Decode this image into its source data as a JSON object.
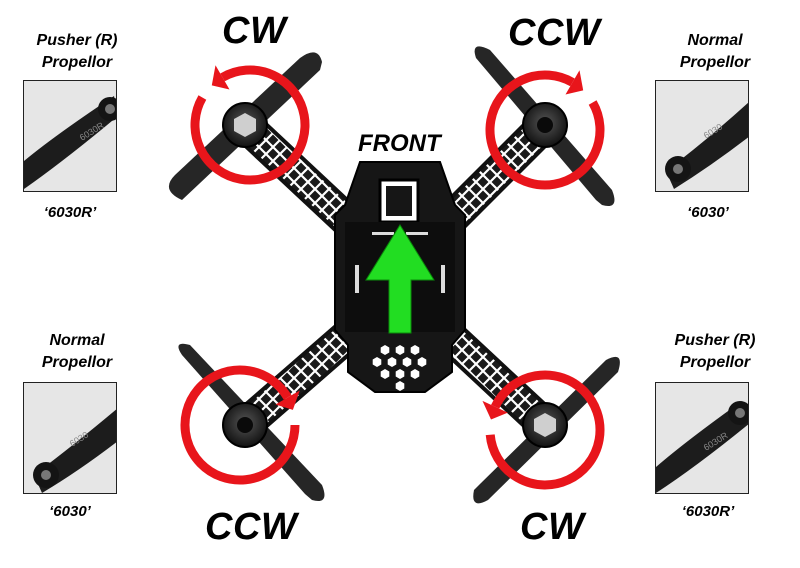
{
  "diagram": {
    "front_label": "FRONT",
    "rotors": {
      "front_left": {
        "direction": "CW",
        "prop_title_line1": "Pusher (R)",
        "prop_title_line2": "Propellor",
        "prop_code": "‘6030R’",
        "engraving": "6030R"
      },
      "front_right": {
        "direction": "CCW",
        "prop_title_line1": "Normal",
        "prop_title_line2": "Propellor",
        "prop_code": "‘6030’",
        "engraving": "6030"
      },
      "rear_left": {
        "direction": "CCW",
        "prop_title_line1": "Normal",
        "prop_title_line2": "Propellor",
        "prop_code": "‘6030’",
        "engraving": "6030"
      },
      "rear_right": {
        "direction": "CW",
        "prop_title_line1": "Pusher (R)",
        "prop_title_line2": "Propellor",
        "prop_code": "‘6030R’",
        "engraving": "6030R"
      }
    },
    "colors": {
      "rotation_arrow": "#e8151b",
      "front_arrow": "#22dd22",
      "frame": "#1a1a1a",
      "frame_truss": "#ffffff",
      "propeller": "#2a2a2a"
    }
  }
}
